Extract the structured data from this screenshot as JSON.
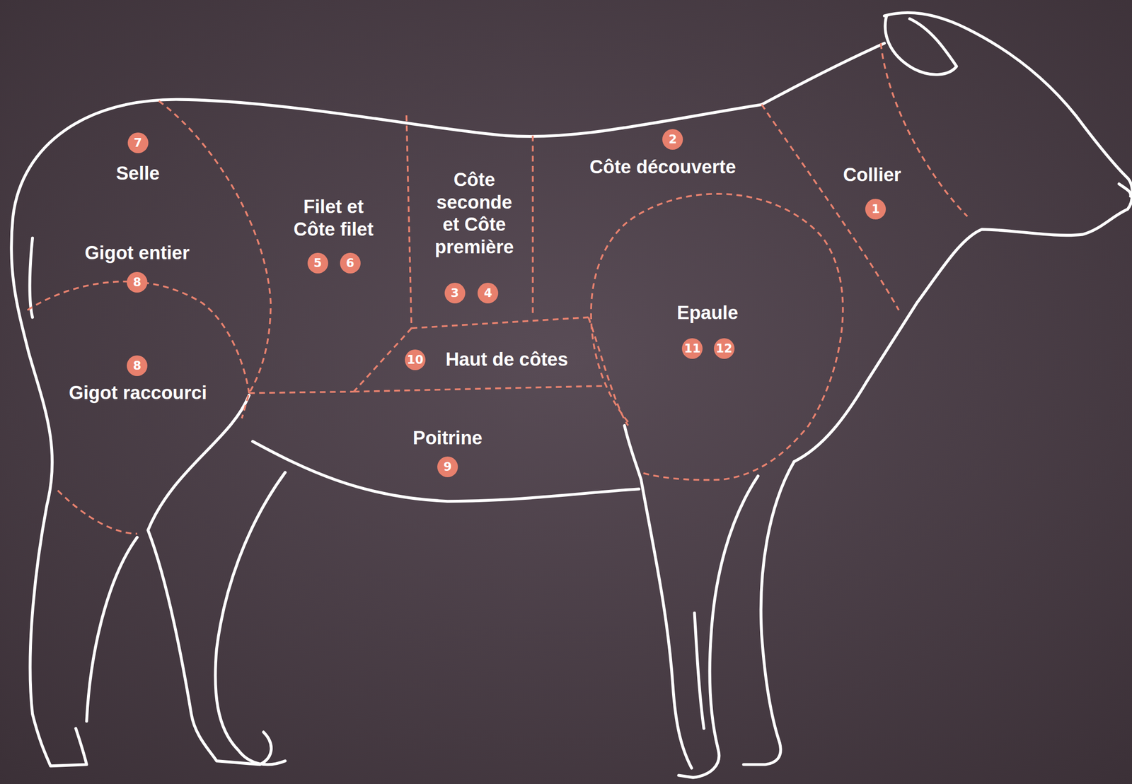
{
  "diagram": {
    "labels": [
      "7",
      "Selle",
      "2",
      "Côte découverte",
      "Côte seconde et Côte première",
      "Filet et Côte filet",
      "Collier",
      "1",
      "Gigot entier",
      "8",
      "5",
      "6",
      "3",
      "4",
      "Epaule",
      "11",
      "12",
      "10",
      "Haut de côtes",
      "8",
      "Gigot raccourci",
      "Poitrine",
      "9"
    ]
  }
}
